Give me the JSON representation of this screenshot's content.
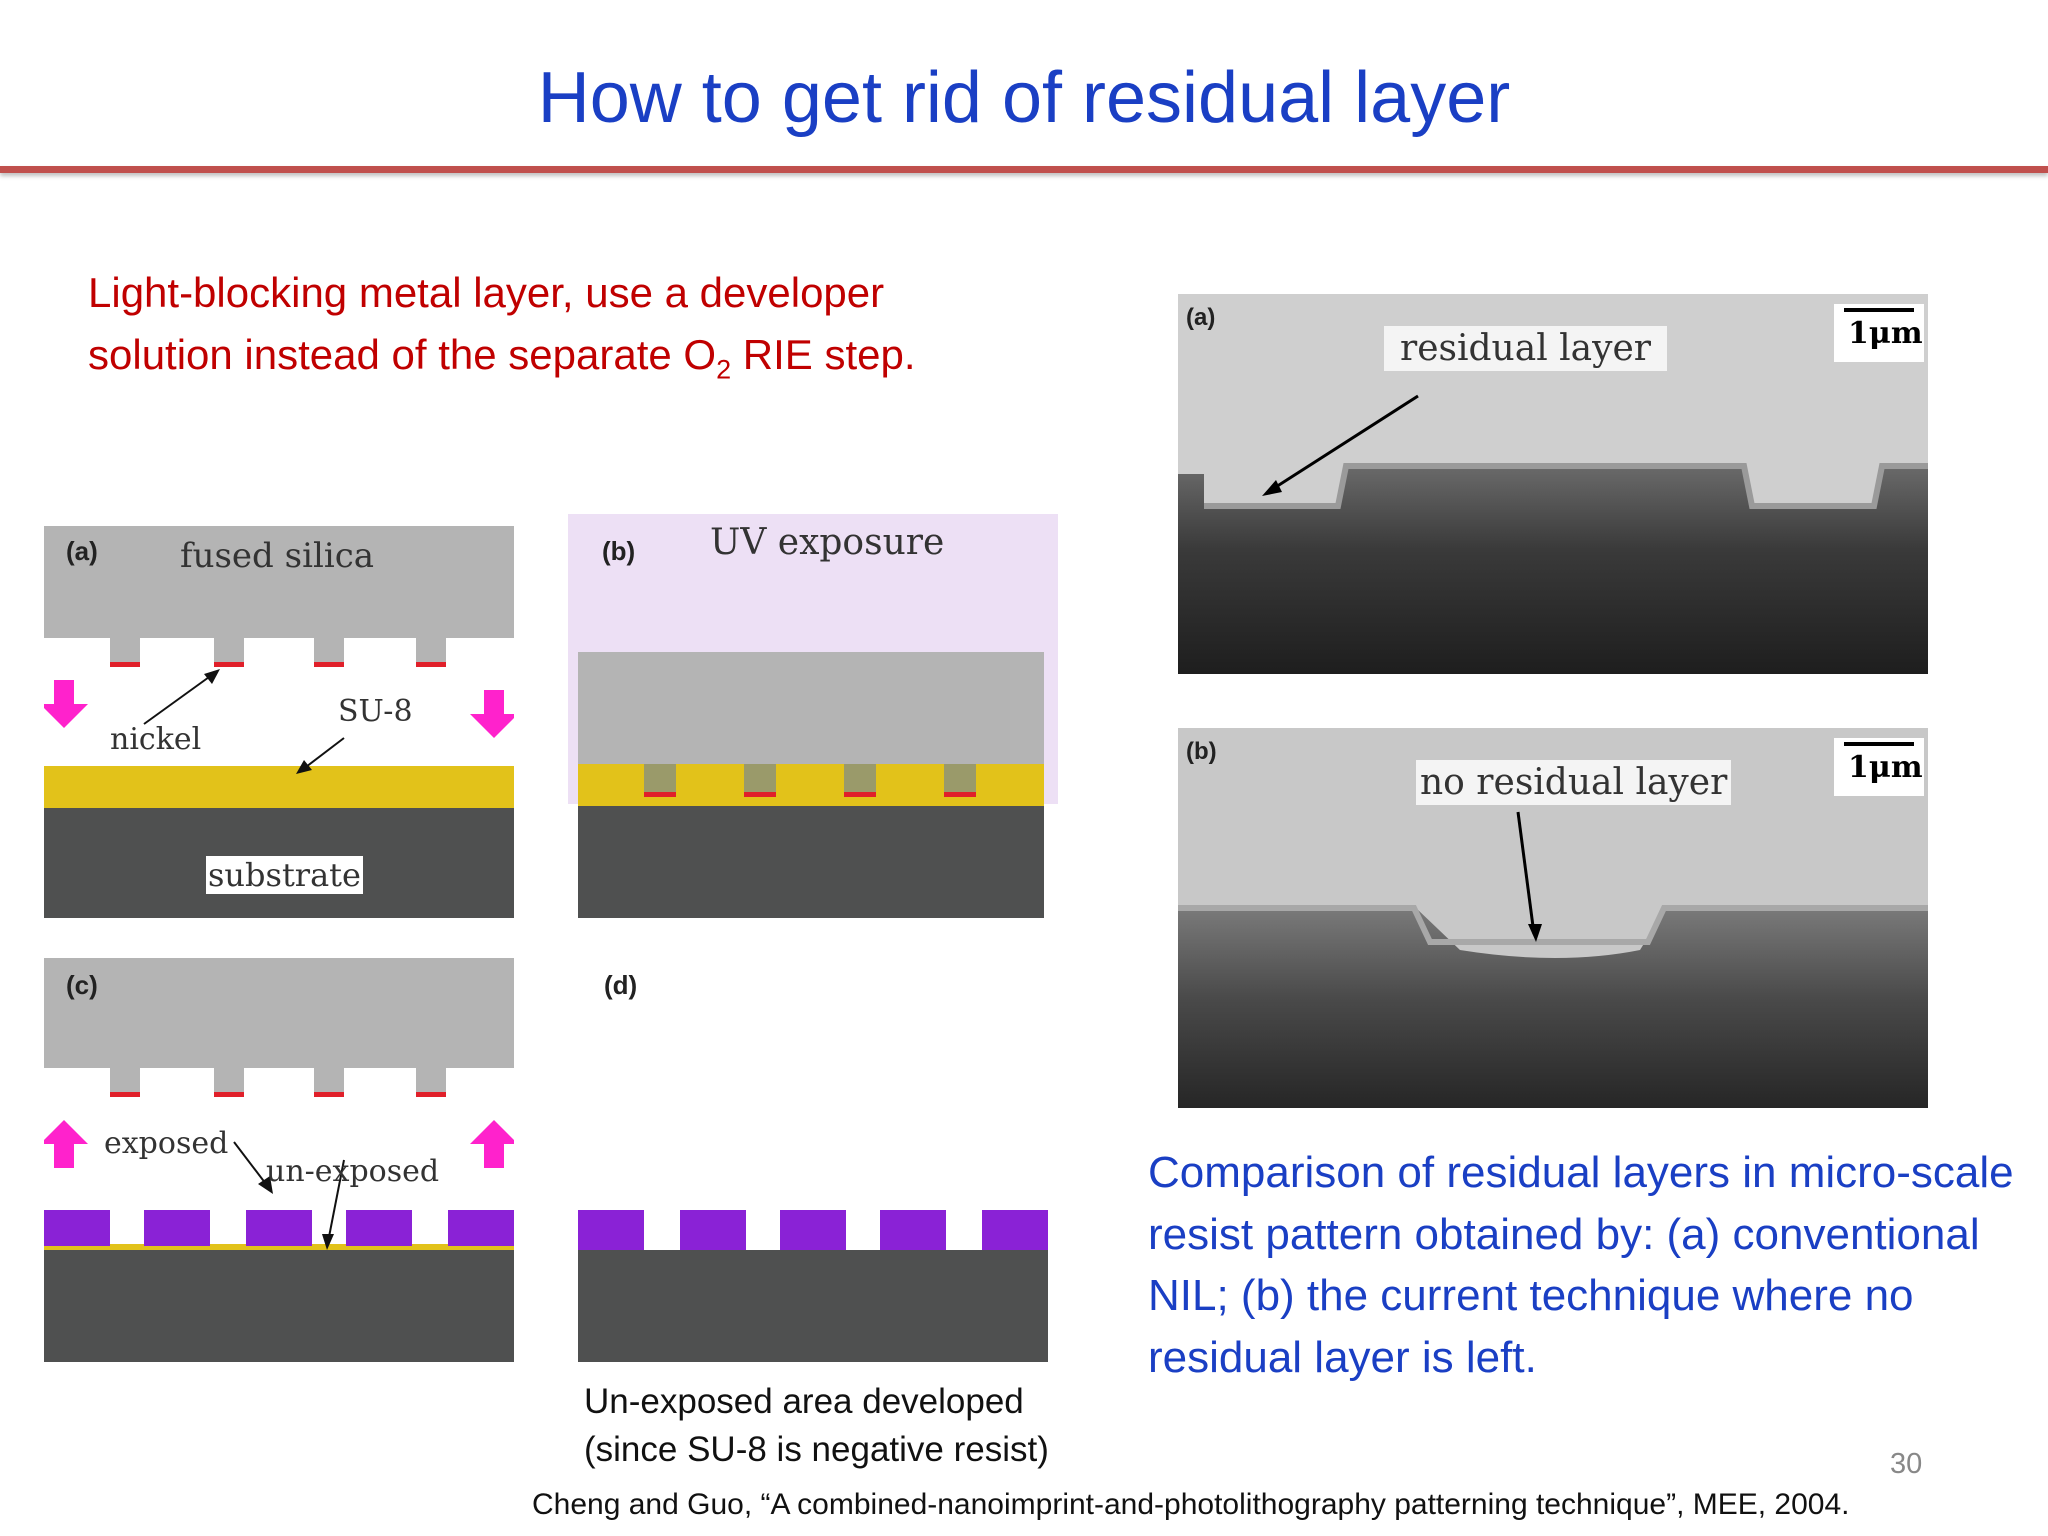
{
  "slide": {
    "title": "How to get rid of residual layer",
    "intro": {
      "line1": "Light-blocking metal layer, use a developer",
      "line2_pre": "solution instead of the separate O",
      "line2_sub": "2",
      "line2_post": " RIE step."
    },
    "diagram": {
      "panel_a": {
        "tag": "(a)",
        "top_label": "fused silica",
        "nickel": "nickel",
        "su8": "SU-8",
        "substrate": "substrate"
      },
      "panel_b": {
        "tag": "(b)",
        "top_label": "UV exposure"
      },
      "panel_c": {
        "tag": "(c)",
        "exposed": "exposed",
        "unexposed": "un-exposed"
      },
      "panel_d": {
        "tag": "(d)"
      },
      "caption_line1": "Un-exposed area developed",
      "caption_line2": "(since SU-8 is negative resist)"
    },
    "sem": {
      "a": {
        "tag": "(a)",
        "label": "residual layer",
        "scale": "1μm"
      },
      "b": {
        "tag": "(b)",
        "label": "no residual layer",
        "scale": "1μm"
      }
    },
    "right_caption": "Comparison of residual layers in micro-scale resist pattern obtained by: (a) conventional NIL; (b) the current technique where no residual layer is left.",
    "page_number": "30",
    "citation": "Cheng and Guo, “A combined-nanoimprint-and-photolithography patterning technique”, MEE, 2004."
  },
  "colors": {
    "title": "#1a3fc4",
    "accent_rule": "#c0504d",
    "intro_text": "#c00000",
    "caption_blue": "#1a3fc4",
    "mold_gray": "#b4b4b4",
    "su8_yellow": "#e2c21a",
    "substrate_dark": "#4f5050",
    "nickel_red": "#e0202a",
    "arrow_magenta": "#ff22cc",
    "exposed_purple": "#8a22d6",
    "uv_lavender": "#ede0f5"
  }
}
